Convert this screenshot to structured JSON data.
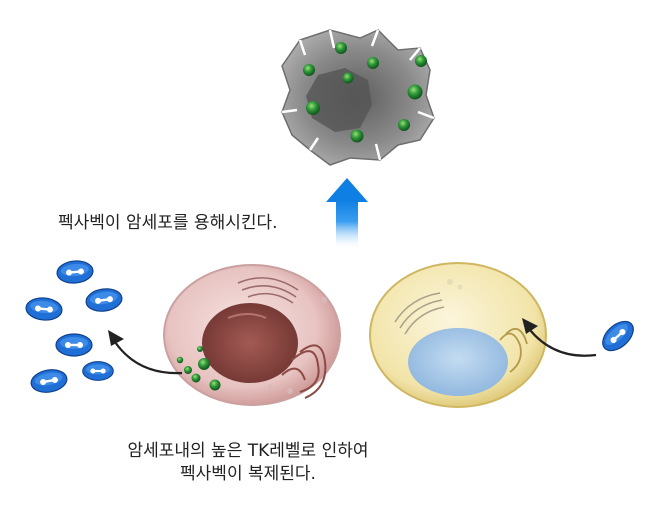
{
  "captions": {
    "lysis": "펙사벡이 암세포를 용해시킨다.",
    "replication_line1": "암세포내의 높은 TK레벨로 인하여",
    "replication_line2": "펙사벡이 복제된다."
  },
  "colors": {
    "arrow_blue": "#1b87e6",
    "virus_blue": "#1f6fd6",
    "virus_green": "#2f9a3a",
    "debris_gray": "#8a8a8a",
    "cancer_cell": "#d9a8a6",
    "cancer_nucleus": "#8f4a45",
    "normal_cell": "#f0dfa0",
    "normal_nucleus": "#9ec3e6"
  },
  "icons": {
    "lysis_arrow": "up-arrow-icon",
    "virus_particle": "virus-particle-icon"
  }
}
